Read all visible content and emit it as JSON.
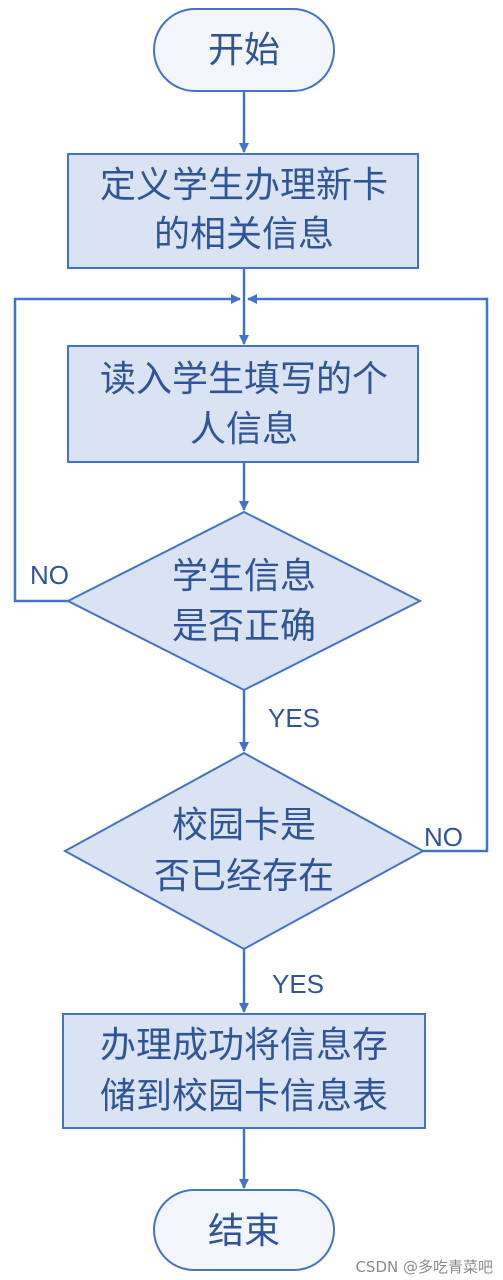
{
  "flowchart": {
    "start": {
      "label": "开始"
    },
    "define": {
      "line1": "定义学生办理新卡",
      "line2": "的相关信息"
    },
    "read": {
      "line1": "读入学生填写的个",
      "line2": "人信息"
    },
    "check_info": {
      "line1": "学生信息",
      "line2": "是否正确"
    },
    "check_card": {
      "line1": "校园卡是",
      "line2": "否已经存在"
    },
    "success": {
      "line1": "办理成功将信息存",
      "line2": "储到校园卡信息表"
    },
    "end": {
      "label": "结束"
    },
    "edges": {
      "info_no": "NO",
      "info_yes": "YES",
      "card_no": "NO",
      "card_yes": "YES"
    }
  },
  "watermark": "CSDN @多吃青菜吧",
  "colors": {
    "stroke": "#4472c4",
    "box_fill": "#dae3f3",
    "terminal_fill": "#f2f5fb",
    "text": "#2f5597"
  }
}
